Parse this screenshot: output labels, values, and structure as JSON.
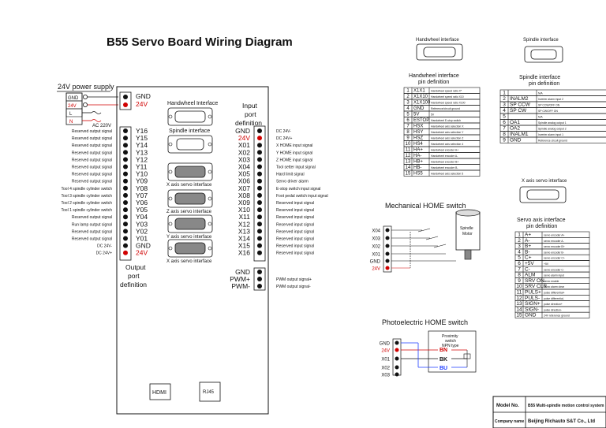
{
  "title": "B55 Servo Board Wiring Diagram",
  "power": {
    "title": "24V power supply",
    "left_pins": [
      "GND",
      "24V",
      "L",
      "N"
    ],
    "right_pins": [
      "GND",
      "24V"
    ],
    "ac_label": "AC 220V"
  },
  "board_labels": {
    "handwheel_interface": "Handwheel Interface",
    "spindle_interface": "Spindle interface",
    "x_axis": "X axis servo interface",
    "z_axis": "Z axis servo interface",
    "y_axis": "Y axis servo interface",
    "x_axis2": "X axis servo interface",
    "hdmi": "HDMI",
    "rj45": "RJ45"
  },
  "output_port": {
    "label": [
      "Output",
      "port",
      "definition"
    ],
    "pins": [
      {
        "pin": "Y16",
        "desc": "Reserved output signal",
        "color": "#000000"
      },
      {
        "pin": "Y15",
        "desc": "Reserved output signal",
        "color": "#000000"
      },
      {
        "pin": "Y14",
        "desc": "Reserved output signal",
        "color": "#000000"
      },
      {
        "pin": "Y13",
        "desc": "Reserved output signal",
        "color": "#000000"
      },
      {
        "pin": "Y12",
        "desc": "Reserved output signal",
        "color": "#000000"
      },
      {
        "pin": "Y11",
        "desc": "Reserved output signal",
        "color": "#000000"
      },
      {
        "pin": "Y10",
        "desc": "Reserved output signal",
        "color": "#000000"
      },
      {
        "pin": "Y09",
        "desc": "Reserved output signal",
        "color": "#000000"
      },
      {
        "pin": "Y08",
        "desc": "Tool 4 spindle cylinder switch",
        "color": "#000000"
      },
      {
        "pin": "Y07",
        "desc": "Tool 3 spindle cylinder switch",
        "color": "#000000"
      },
      {
        "pin": "Y06",
        "desc": "Tool 2 spindle cylinder switch",
        "color": "#000000"
      },
      {
        "pin": "Y05",
        "desc": "Tool 1 spindle cylinder switch",
        "color": "#000000"
      },
      {
        "pin": "Y04",
        "desc": "Reserved output signal",
        "color": "#000000"
      },
      {
        "pin": "Y03",
        "desc": "Run lamp output signal",
        "color": "#000000"
      },
      {
        "pin": "Y02",
        "desc": "Reserved output signal",
        "color": "#000000"
      },
      {
        "pin": "Y01",
        "desc": "Reserved output signal",
        "color": "#000000"
      },
      {
        "pin": "GND",
        "desc": "DC 24V-",
        "color": "#000000"
      },
      {
        "pin": "24V",
        "desc": "DC 24V+",
        "color": "#d00000"
      }
    ]
  },
  "input_port": {
    "label": [
      "Input",
      "port",
      "definition"
    ],
    "pins": [
      {
        "pin": "GND",
        "desc": "DC 24V-",
        "color": "#000000"
      },
      {
        "pin": "24V",
        "desc": "DC 24V+",
        "color": "#d00000"
      },
      {
        "pin": "X01",
        "desc": "X HOME input signal",
        "color": "#000000"
      },
      {
        "pin": "X02",
        "desc": "Y HOME input signal",
        "color": "#000000"
      },
      {
        "pin": "X03",
        "desc": "Z HOME input signal",
        "color": "#000000"
      },
      {
        "pin": "X04",
        "desc": "Tool setter input signal",
        "color": "#000000"
      },
      {
        "pin": "X05",
        "desc": "Hard limit signal",
        "color": "#000000"
      },
      {
        "pin": "X06",
        "desc": "Servo driver alarm",
        "color": "#000000"
      },
      {
        "pin": "X07",
        "desc": "E-stop switch input signal",
        "color": "#000000"
      },
      {
        "pin": "X08",
        "desc": "Foot pedal switch input signal",
        "color": "#000000"
      },
      {
        "pin": "X09",
        "desc": "Reserved input signal",
        "color": "#000000"
      },
      {
        "pin": "X10",
        "desc": "Reserved input signal",
        "color": "#000000"
      },
      {
        "pin": "X11",
        "desc": "Reserved input signal",
        "color": "#000000"
      },
      {
        "pin": "X12",
        "desc": "Reserved input signal",
        "color": "#000000"
      },
      {
        "pin": "X13",
        "desc": "Reserved input signal",
        "color": "#000000"
      },
      {
        "pin": "X14",
        "desc": "Reserved input signal",
        "color": "#000000"
      },
      {
        "pin": "X15",
        "desc": "Reserved input signal",
        "color": "#000000"
      },
      {
        "pin": "X16",
        "desc": "Reserved input signal",
        "color": "#000000"
      }
    ]
  },
  "pwm_port": {
    "pins": [
      {
        "pin": "GND",
        "desc": ""
      },
      {
        "pin": "PWM+",
        "desc": "PWM output signal+"
      },
      {
        "pin": "PWM-",
        "desc": "PWM output signal-"
      }
    ]
  },
  "handwheel_def": {
    "icon_title": "Handwheel interface",
    "title": [
      "Handwheel interface",
      "pin definition"
    ],
    "rows": [
      [
        "1",
        "X1X1",
        "Handwheel speed ratio X*"
      ],
      [
        "2",
        "X1X10",
        "Handwheel speed ratio X10"
      ],
      [
        "3",
        "X1X100",
        "Handwheel speed ratio X100"
      ],
      [
        "4",
        "GND",
        "Reference/circuit ground"
      ],
      [
        "5",
        "5V",
        "5V"
      ],
      [
        "6",
        "ESTOP",
        "Handwheel E-stop switch"
      ],
      [
        "7",
        "HSX",
        "Handwheel axis selection X"
      ],
      [
        "8",
        "HSY",
        "Handwheel axis selection Y"
      ],
      [
        "9",
        "HSZ",
        "Handwheel axis selection Z"
      ],
      [
        "10",
        "HS4",
        "Handwheel axis selection 4"
      ],
      [
        "11",
        "HA+",
        "Handwheel encoder A+"
      ],
      [
        "12",
        "HA-",
        "Handwheel encoder A-"
      ],
      [
        "13",
        "HB+",
        "Handwheel encoder B+"
      ],
      [
        "14",
        "HB-",
        "Handwheel encoder B-"
      ],
      [
        "15",
        "HS5",
        "Handwheel axis selection 5"
      ]
    ]
  },
  "spindle_def": {
    "icon_title": "Spindle interface",
    "title": [
      "Spindle interface",
      "pin definition"
    ],
    "rows": [
      [
        "1",
        "",
        "N/A"
      ],
      [
        "2",
        "INALM2",
        "Inverter alarm input 2"
      ],
      [
        "3",
        "SP CCW",
        "SP CCW/OFF ON"
      ],
      [
        "4",
        "SP CW",
        "SP CW/OFF ON"
      ],
      [
        "5",
        "",
        "N/A"
      ],
      [
        "6",
        "OA1",
        "Spindle analog output 1"
      ],
      [
        "7",
        "OA2",
        "Spindle analog output 2"
      ],
      [
        "8",
        "INALM1",
        "Inverter alarm input 1"
      ],
      [
        "9",
        "GND",
        "Reference circuit ground"
      ]
    ]
  },
  "servo_def": {
    "icon_title": "X axis servo interface",
    "title": [
      "Servo axis interface",
      "pin definition"
    ],
    "rows": [
      [
        "1",
        "A+",
        "servo encoder A+"
      ],
      [
        "2",
        "A-",
        "servo encoder A-"
      ],
      [
        "3",
        "B+",
        "servo encoder B+"
      ],
      [
        "4",
        "B-",
        "servo encoder B-"
      ],
      [
        "5",
        "C+",
        "servo encoder C+"
      ],
      [
        "6",
        "+5V",
        "+5V"
      ],
      [
        "7",
        "C-",
        "servo encoder C-"
      ],
      [
        "8",
        "ALM",
        "servo alarm input"
      ],
      [
        "9",
        "SRV ON",
        "servo enable"
      ],
      [
        "10",
        "SRV CLR",
        "servo alarm clear"
      ],
      [
        "11",
        "PULS+",
        "pulse differential+"
      ],
      [
        "12",
        "PULS-",
        "pulse differential-"
      ],
      [
        "13",
        "SIGN+",
        "pulse direction+"
      ],
      [
        "14",
        "SIGN-",
        "pulse direction-"
      ],
      [
        "15",
        "GND",
        "24V reference ground"
      ]
    ]
  },
  "mech_home": {
    "title": "Mechanical HOME switch",
    "pins": [
      "X04",
      "X03",
      "X02",
      "X01",
      "GND",
      "24V"
    ],
    "motor_label": [
      "Spindle",
      "Motor"
    ]
  },
  "photo_home": {
    "title": "Photoelectric HOME switch",
    "pins": [
      "GND",
      "24V",
      "X01",
      "X02",
      "X03"
    ],
    "sensor_label": [
      "Proximity",
      "switch",
      "NPN type"
    ],
    "wires": [
      "BN",
      "BK",
      "BU"
    ]
  },
  "title_block": {
    "model_label": "Model No.",
    "model_value": "B55 Multi-spindle motion control system",
    "company_label": "Company name",
    "company_value": "Beijing Richauto S&T Co., Ltd"
  },
  "colors": {
    "red": "#d00000",
    "blue": "#1e3cff",
    "line": "#111111"
  }
}
